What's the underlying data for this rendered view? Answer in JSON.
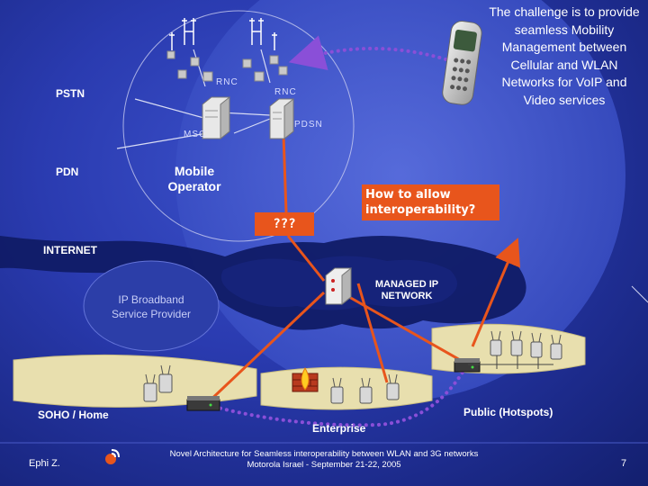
{
  "intro_text": "The challenge is to provide seamless Mobility Management between Cellular and WLAN Networks for VoIP and Video services",
  "labels": {
    "pstn": "PSTN",
    "pdn": "PDN",
    "internet": "INTERNET",
    "rnc_left": "RNC",
    "rnc_right": "RNC",
    "msc": "MSC",
    "pdsn": "PDSN",
    "mobile_operator": "Mobile Operator",
    "unknown": "???",
    "question": "How to allow interoperability?",
    "managed_ip": "MANAGED IP NETWORK",
    "ip_broadband": "IP Broadband Service Provider",
    "soho": "SOHO / Home",
    "enterprise": "Enterprise",
    "public": "Public (Hotspots)"
  },
  "footer": {
    "author": "Ephi Z.",
    "line1": "Novel Architecture for Seamless interoperability between WLAN and 3G networks",
    "line2": "Motorola Israel  - September 21-22, 2005",
    "page": "7"
  },
  "colors": {
    "link_orange": "#e8551c",
    "dotted_purple": "#8a4fd8",
    "cloud_dark": "#0f1a63",
    "lan_fill": "#e8dfae"
  },
  "icons": [
    "cell-tower-icon",
    "server-icon",
    "phone-icon",
    "router-icon",
    "access-point-icon",
    "firewall-icon",
    "logo-icon"
  ]
}
